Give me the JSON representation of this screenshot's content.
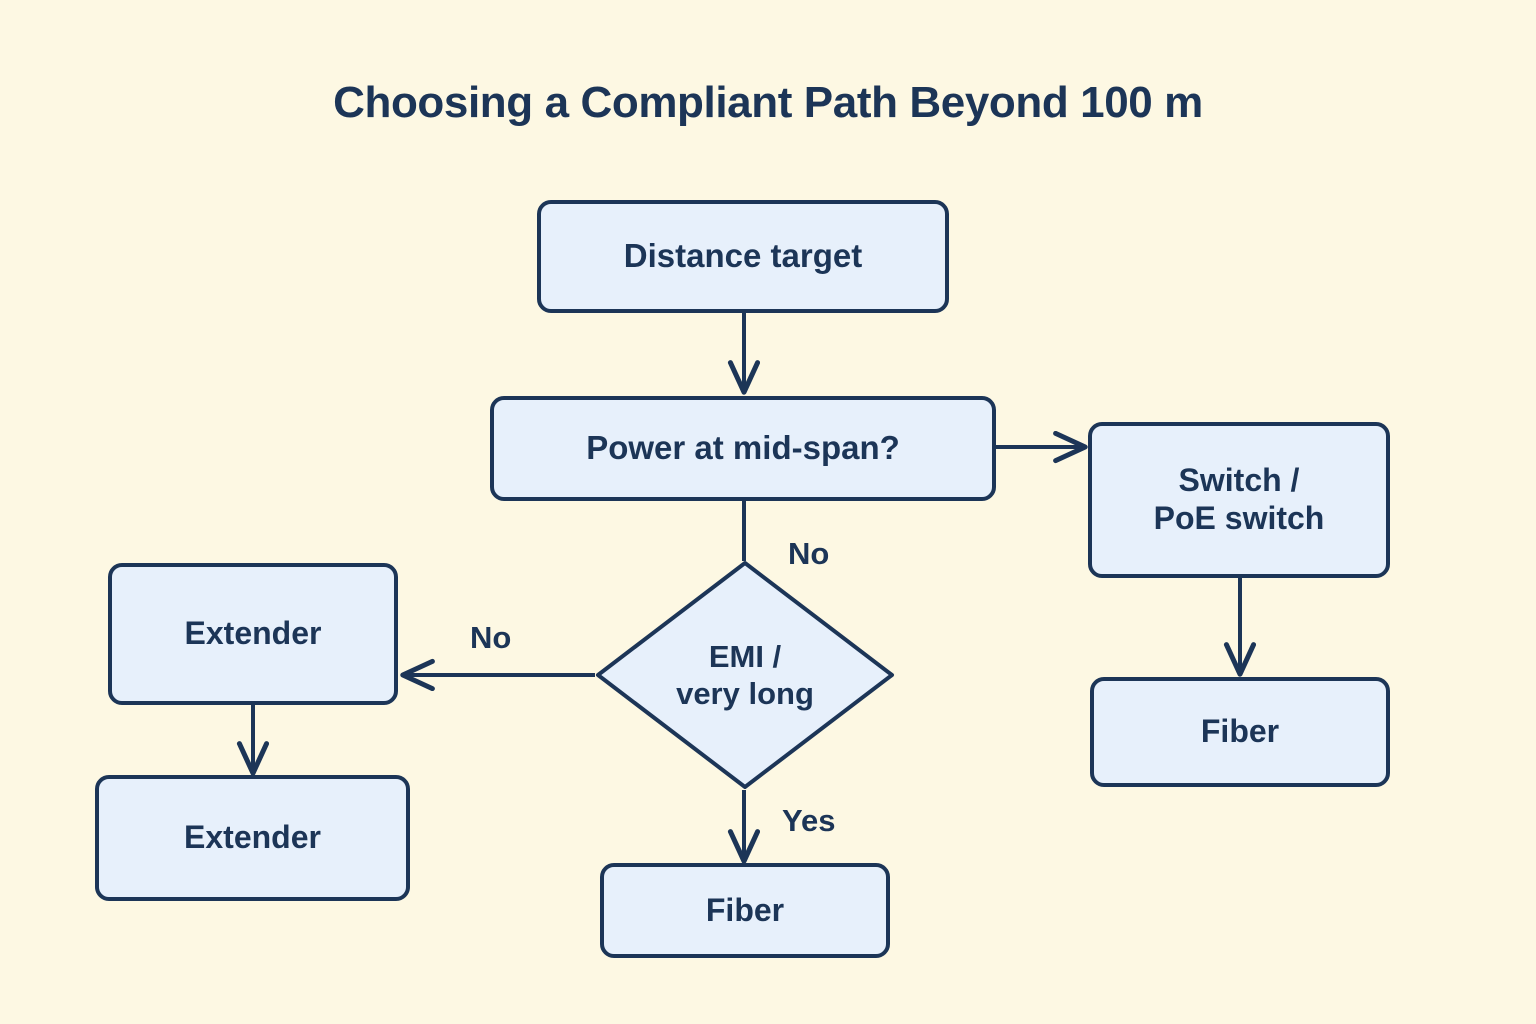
{
  "page": {
    "title": "Choosing a Compliant Path Beyond 100 m",
    "background_color": "#fdf8e3",
    "node_fill_color": "#e7f0fb",
    "stroke_color": "#1c3557",
    "text_color": "#1c3557"
  },
  "chart_data": {
    "type": "diagram",
    "diagram_kind": "flowchart",
    "title": "Choosing a Compliant Path Beyond 100 m",
    "nodes": [
      {
        "id": "distance_target",
        "label": "Distance target",
        "shape": "rounded-rect"
      },
      {
        "id": "power_mid_span",
        "label": "Power at mid-span?",
        "shape": "rounded-rect"
      },
      {
        "id": "switch_poe",
        "label": "Switch /\nPoE switch",
        "shape": "rounded-rect"
      },
      {
        "id": "fiber_right",
        "label": "Fiber",
        "shape": "rounded-rect"
      },
      {
        "id": "emi_very_long",
        "label": "EMI /\nvery long",
        "shape": "diamond"
      },
      {
        "id": "extender_top",
        "label": "Extender",
        "shape": "rounded-rect"
      },
      {
        "id": "extender_bottom",
        "label": "Extender",
        "shape": "rounded-rect"
      },
      {
        "id": "fiber_bottom",
        "label": "Fiber",
        "shape": "rounded-rect"
      }
    ],
    "edges": [
      {
        "from": "distance_target",
        "to": "power_mid_span",
        "label": ""
      },
      {
        "from": "power_mid_span",
        "to": "switch_poe",
        "label": ""
      },
      {
        "from": "switch_poe",
        "to": "fiber_right",
        "label": ""
      },
      {
        "from": "power_mid_span",
        "to": "emi_very_long",
        "label": "No"
      },
      {
        "from": "emi_very_long",
        "to": "extender_top",
        "label": "No"
      },
      {
        "from": "extender_top",
        "to": "extender_bottom",
        "label": ""
      },
      {
        "from": "emi_very_long",
        "to": "fiber_bottom",
        "label": "Yes"
      }
    ]
  },
  "nodes": {
    "distance_target": {
      "label": "Distance target"
    },
    "power_mid_span": {
      "label": "Power at mid-span?"
    },
    "switch_poe": {
      "label": "Switch /\nPoE switch"
    },
    "fiber_right": {
      "label": "Fiber"
    },
    "emi_very_long": {
      "label": "EMI /\nvery long"
    },
    "extender_top": {
      "label": "Extender"
    },
    "extender_bottom": {
      "label": "Extender"
    },
    "fiber_bottom": {
      "label": "Fiber"
    }
  },
  "edge_labels": {
    "no_down": "No",
    "no_left": "No",
    "yes_down": "Yes"
  }
}
